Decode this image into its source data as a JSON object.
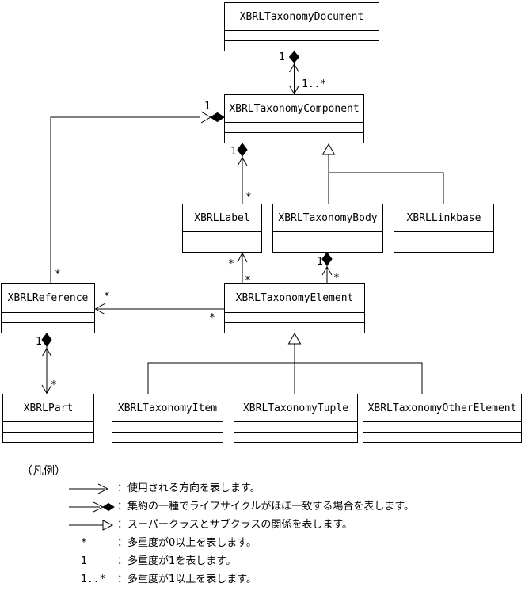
{
  "diagram": {
    "title": "XBRL taxonomy UML class diagram",
    "colors": {
      "line": "#000000",
      "background": "#ffffff"
    },
    "classes": [
      {
        "name": "XBRLTaxonomyDocument"
      },
      {
        "name": "XBRLTaxonomyComponent"
      },
      {
        "name": "XBRLLabel"
      },
      {
        "name": "XBRLTaxonomyBody"
      },
      {
        "name": "XBRLLinkbase"
      },
      {
        "name": "XBRLReference"
      },
      {
        "name": "XBRLTaxonomyElement"
      },
      {
        "name": "XBRLPart"
      },
      {
        "name": "XBRLTaxonomyItem"
      },
      {
        "name": "XBRLTaxonomyTuple"
      },
      {
        "name": "XBRLTaxonomyOtherElement"
      }
    ],
    "labels": [
      {
        "of": "document-component",
        "text": "1"
      },
      {
        "of": "document-component",
        "text": "1..*"
      },
      {
        "of": "reference-component",
        "text": "1"
      },
      {
        "of": "reference-component",
        "text": "*"
      },
      {
        "of": "component-label",
        "text": "1"
      },
      {
        "of": "component-label",
        "text": "*"
      },
      {
        "of": "element-label",
        "text": "*"
      },
      {
        "of": "element-label",
        "text": "*"
      },
      {
        "of": "body-element",
        "text": "1"
      },
      {
        "of": "body-element",
        "text": "*"
      },
      {
        "of": "element-reference",
        "text": "*"
      },
      {
        "of": "element-reference",
        "text": "*"
      },
      {
        "of": "reference-part",
        "text": "1"
      },
      {
        "of": "reference-part",
        "text": "*"
      }
    ]
  },
  "legend": {
    "title": "（凡例）",
    "items": [
      {
        "symbol": "usage-arrow",
        "text": "：使用される方向を表します。"
      },
      {
        "symbol": "composition-arrow",
        "text": "：集約の一種でライフサイクルがほぼ一致する場合を表します。"
      },
      {
        "symbol": "generalization-arrow",
        "text": "：スーパークラスとサブクラスの関係を表します。"
      },
      {
        "symbol": "*",
        "text": "：多重度が0以上を表します。"
      },
      {
        "symbol": "1",
        "text": "：多重度が1を表します。"
      },
      {
        "symbol": "1..*",
        "text": "：多重度が1以上を表します。"
      }
    ]
  }
}
